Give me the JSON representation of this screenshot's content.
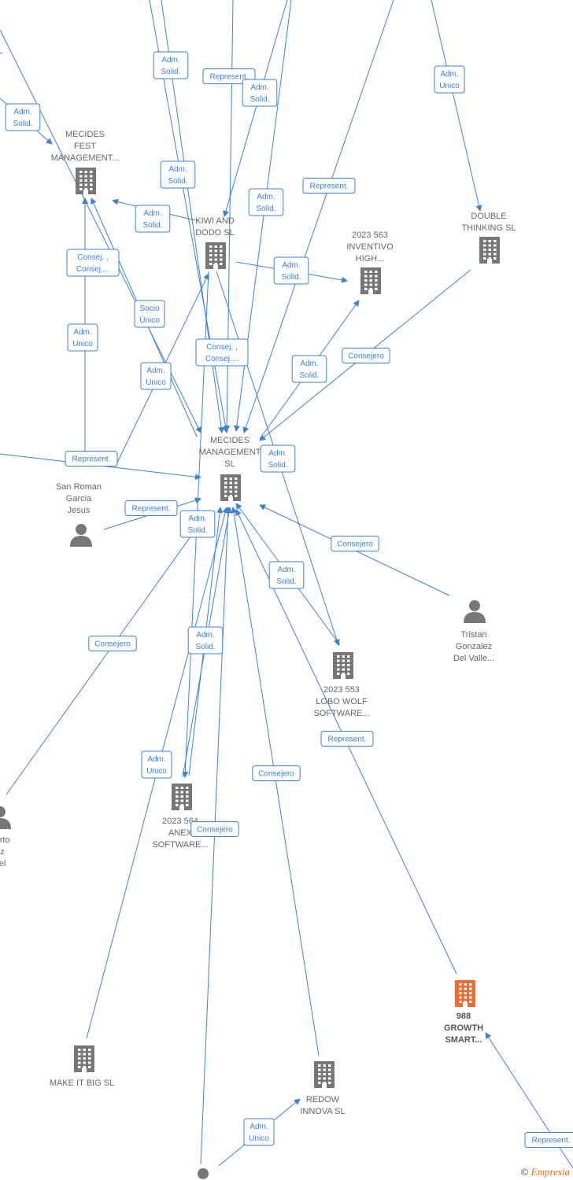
{
  "colors": {
    "edge": "#3b82d6",
    "company": "#777777",
    "focus_company": "#f26a2d",
    "person": "#777777",
    "label_text": "#666666"
  },
  "nodes": [
    {
      "id": "mecides_fest",
      "type": "company",
      "lines": [
        "MECIDES",
        "FEST",
        "MANAGEMENT..."
      ]
    },
    {
      "id": "kiwi",
      "type": "company",
      "lines": [
        "KIWI AND",
        "DODO  SL"
      ]
    },
    {
      "id": "inventivo",
      "type": "company",
      "lines": [
        "2023 563",
        "INVENTIVO",
        "HIGH..."
      ]
    },
    {
      "id": "double",
      "type": "company",
      "lines": [
        "DOUBLE",
        "THINKING SL"
      ]
    },
    {
      "id": "mecides_mgmt",
      "type": "company",
      "lines": [
        "MECIDES",
        "MANAGEMENT",
        "SL"
      ]
    },
    {
      "id": "sanroman",
      "type": "person",
      "lines": [
        "San Roman",
        "Garcia",
        "Jesus"
      ]
    },
    {
      "id": "tristan",
      "type": "person",
      "lines": [
        "Tristan",
        "Gonzalez",
        "Del Valle..."
      ]
    },
    {
      "id": "lobo",
      "type": "company",
      "lines": [
        "2023 553",
        "LOBO WOLF",
        "SOFTWARE..."
      ]
    },
    {
      "id": "anex",
      "type": "company",
      "lines": [
        "2023 564",
        "ANEX",
        "SOFTWARE..."
      ]
    },
    {
      "id": "roberto",
      "type": "person",
      "lines": [
        "berto",
        "ez",
        "nel"
      ]
    },
    {
      "id": "growth",
      "type": "focus",
      "lines": [
        "988",
        "GROWTH",
        "SMART..."
      ]
    },
    {
      "id": "makeit",
      "type": "company",
      "lines": [
        "MAKE IT BIG  SL"
      ]
    },
    {
      "id": "redow",
      "type": "company",
      "lines": [
        "REDOW",
        "INNOVA  SL"
      ]
    },
    {
      "id": "top_left",
      "type": "company",
      "lines": [
        "L"
      ]
    },
    {
      "id": "bottom_person",
      "type": "person",
      "lines": []
    }
  ],
  "edge_labels": [
    {
      "lines": [
        "Adm.",
        "Solid."
      ]
    },
    {
      "lines": [
        "Represent."
      ]
    },
    {
      "lines": [
        "Adm.",
        "Solid."
      ]
    },
    {
      "lines": [
        "Adm.",
        "Unico"
      ]
    },
    {
      "lines": [
        "Adm.",
        "Solid."
      ]
    },
    {
      "lines": [
        "Adm.",
        "Solid."
      ]
    },
    {
      "lines": [
        "Adm.",
        "Solid."
      ]
    },
    {
      "lines": [
        "Represent."
      ]
    },
    {
      "lines": [
        "Adm.",
        "Solid."
      ]
    },
    {
      "lines": [
        "Adm.",
        "Solid."
      ]
    },
    {
      "lines": [
        "Consej. ,",
        "Consej...."
      ]
    },
    {
      "lines": [
        "Socio",
        "Único"
      ]
    },
    {
      "lines": [
        "Adm.",
        "Unico"
      ]
    },
    {
      "lines": [
        "Adm.",
        "Unico"
      ]
    },
    {
      "lines": [
        "Consej. ,",
        "Consej...."
      ]
    },
    {
      "lines": [
        "Adm.",
        "Solid."
      ]
    },
    {
      "lines": [
        "Consejero"
      ]
    },
    {
      "lines": [
        "Represent."
      ]
    },
    {
      "lines": [
        "Adm.",
        "Solid."
      ]
    },
    {
      "lines": [
        "Represent."
      ]
    },
    {
      "lines": [
        "Adm.",
        "Solid."
      ]
    },
    {
      "lines": [
        "Consejero"
      ]
    },
    {
      "lines": [
        "Adm.",
        "Solid."
      ]
    },
    {
      "lines": [
        "Consejero"
      ]
    },
    {
      "lines": [
        "Adm.",
        "Solid."
      ]
    },
    {
      "lines": [
        "Adm.",
        "Unico"
      ]
    },
    {
      "lines": [
        "Consejero"
      ]
    },
    {
      "lines": [
        "Consejero"
      ]
    },
    {
      "lines": [
        "Represent."
      ]
    },
    {
      "lines": [
        "Adm.",
        "Unico"
      ]
    },
    {
      "lines": [
        "Represent."
      ]
    }
  ],
  "credit": {
    "symbol": "©",
    "brand": "Empresia"
  }
}
